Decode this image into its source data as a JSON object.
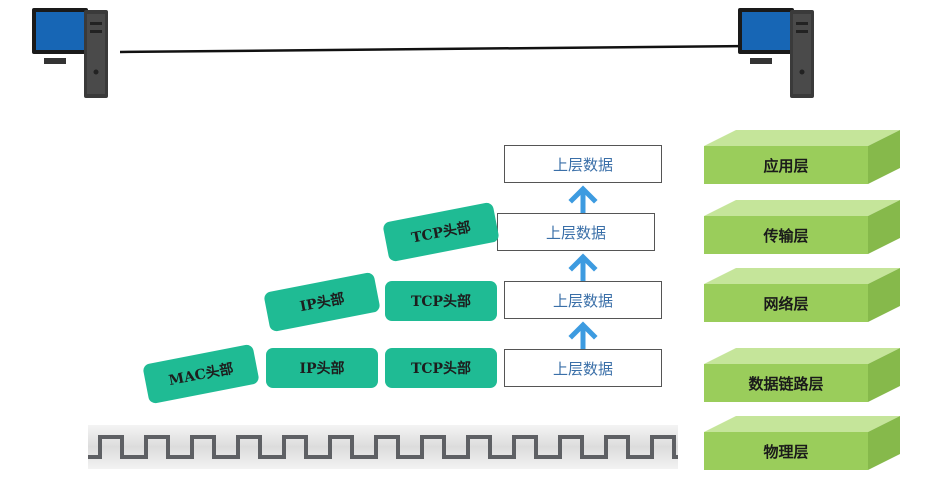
{
  "data_label": "上层数据",
  "headers": {
    "tcp": "TCP头部",
    "ip": "IP头部",
    "mac": "MAC头部"
  },
  "layers": {
    "application": "应用层",
    "transport": "传输层",
    "network": "网络层",
    "datalink": "数据链路层",
    "physical": "物理层"
  },
  "icons": {
    "computer": "computer-icon",
    "arrow": "arrow-up-icon"
  },
  "colors": {
    "header_fill": "#1fbb94",
    "layer_fill": "#9acd5b",
    "arrow": "#3d9be0",
    "data_text": "#3a6fa8"
  }
}
